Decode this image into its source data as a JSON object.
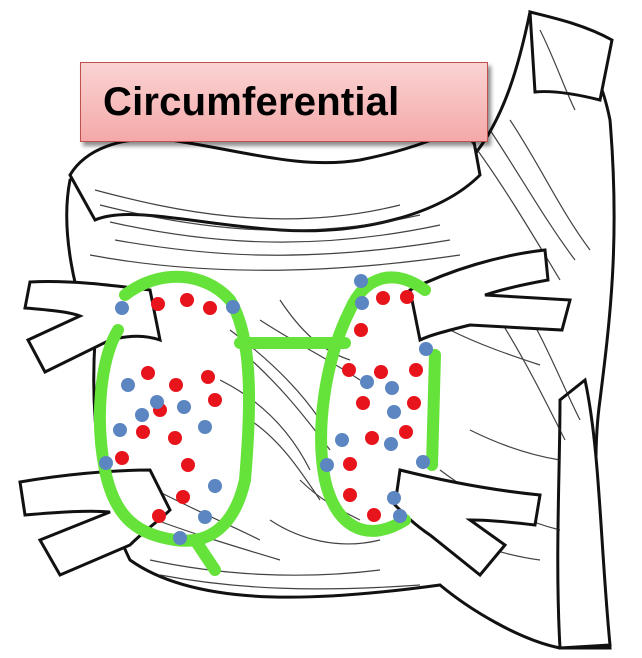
{
  "label": {
    "text": "Circumferential"
  },
  "colors": {
    "outline": "#111111",
    "label_fill": "#f7b9b9",
    "label_border": "#c0504d",
    "ablation_line": "#66e33a",
    "dot_red": "#e8141b",
    "dot_blue": "#5b86c2"
  },
  "icons": {
    "left_encirclement": "green-ring",
    "right_encirclement": "green-ring",
    "connecting_line": "green-line"
  }
}
